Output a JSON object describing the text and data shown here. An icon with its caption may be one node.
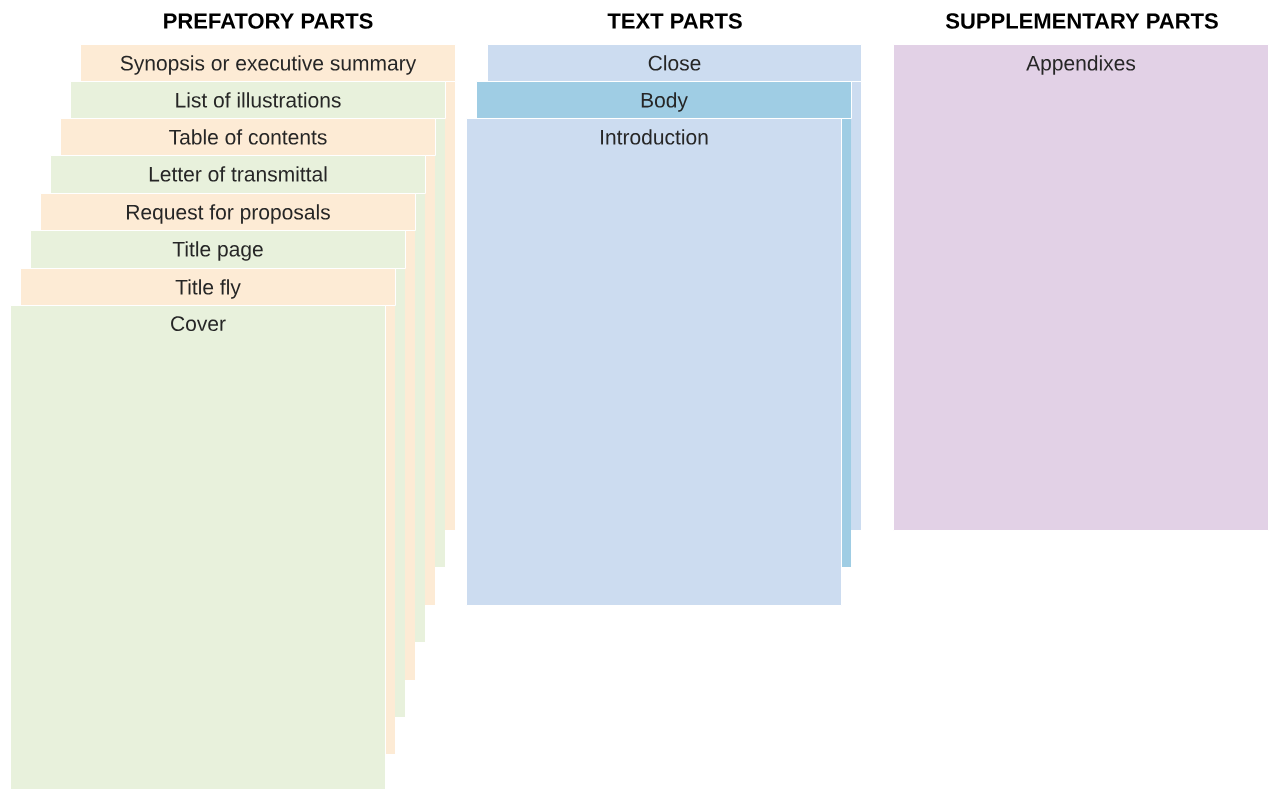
{
  "diagram": {
    "nodes": [
      {
        "text": [
          "Synopsis or executive summary"
        ]
      },
      {
        "text": [
          "List of illustrations"
        ]
      },
      {
        "text": [
          "Table of contents"
        ]
      },
      {
        "text": [
          "Letter of transmittal"
        ]
      },
      {
        "text": [
          "Request for proposals"
        ]
      },
      {
        "text": [
          "Title page"
        ]
      },
      {
        "text": [
          "Title fly"
        ]
      },
      {
        "text": [
          "Cover"
        ]
      },
      {
        "text": [
          "Close"
        ]
      },
      {
        "text": [
          "Body"
        ]
      },
      {
        "text": [
          "Introduction"
        ]
      },
      {
        "text": [
          "Appendixes"
        ]
      }
    ],
    "labels": [
      "PREFATORY PARTS",
      "TEXT PARTS",
      "SUPPLEMENTARY PARTS"
    ]
  }
}
